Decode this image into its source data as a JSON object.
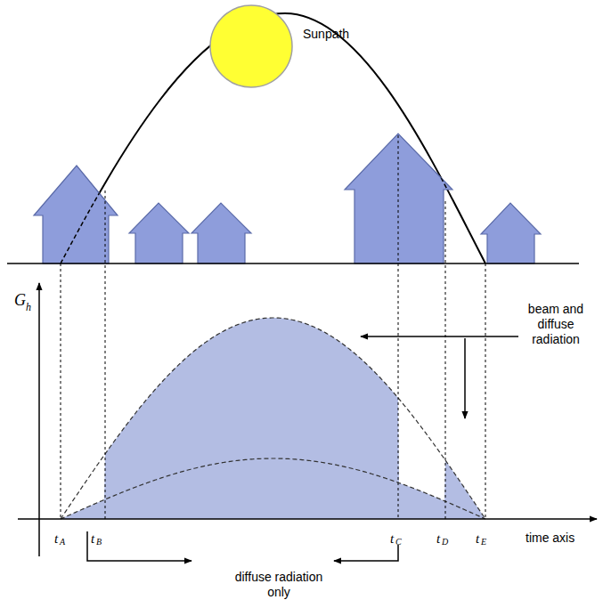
{
  "diagram": {
    "labels": [
      "Sunpath",
      "G",
      "h",
      "t",
      "A",
      "t",
      "B",
      "t",
      "C",
      "t",
      "D",
      "t",
      "E",
      "time axis",
      "beam and diffuse radiation",
      "diffuse radiation only"
    ]
  }
}
